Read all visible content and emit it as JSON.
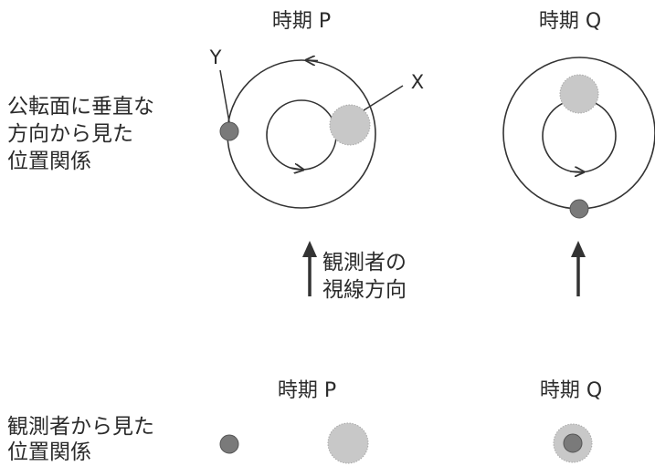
{
  "top_view": {
    "row_label": [
      "公転面に垂直な",
      "方向から見た",
      "位置関係"
    ],
    "period_p_title": "時期 P",
    "period_q_title": "時期 Q",
    "label_x": "X",
    "label_y": "Y"
  },
  "observer": {
    "label": [
      "観測者の",
      "視線方向"
    ]
  },
  "side_view": {
    "row_label": [
      "観測者から見た",
      "位置関係"
    ],
    "period_p_title": "時期 P",
    "period_q_title": "時期 Q"
  },
  "colors": {
    "star_x": "#c8c8c8",
    "star_y": "#7a7a7a",
    "orbit": "#333333",
    "text": "#2b2b2b"
  }
}
